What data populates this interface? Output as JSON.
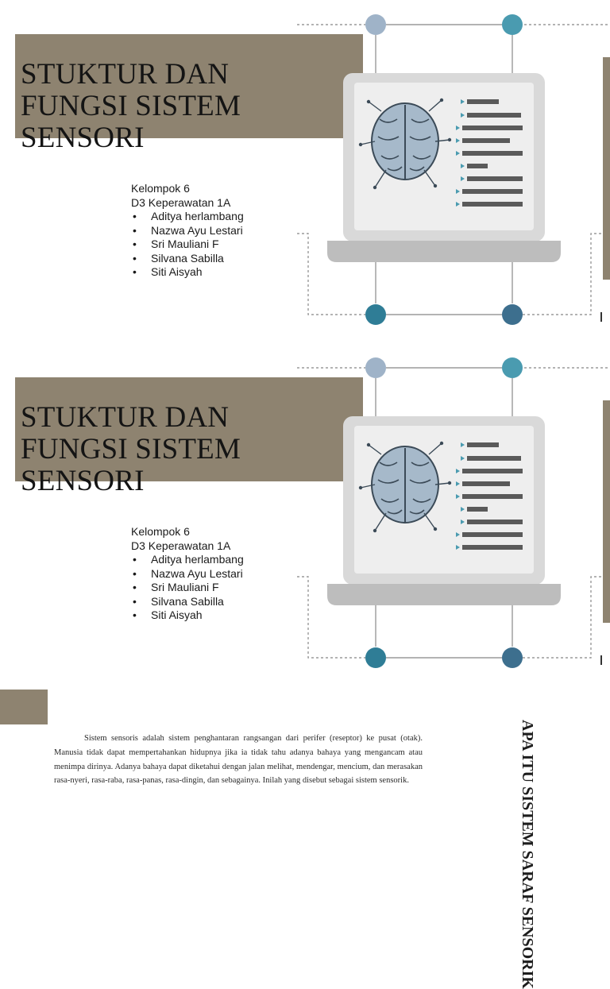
{
  "slides": [
    {
      "title": "STUKTUR DAN FUNGSI SISTEM SENSORI",
      "group": "Kelompok 6",
      "class_name": "D3 Keperawatan 1A",
      "members": [
        "Aditya herlambang",
        "Nazwa Ayu Lestari",
        "Sri Mauliani F",
        "Silvana Sabilla",
        "Siti Aisyah"
      ]
    },
    {
      "title": "STUKTUR DAN FUNGSI SISTEM SENSORI",
      "group": "Kelompok 6",
      "class_name": "D3 Keperawatan 1A",
      "members": [
        "Aditya herlambang",
        "Nazwa Ayu Lestari",
        "Sri Mauliani F",
        "Silvana Sabilla",
        "Siti Aisyah"
      ]
    }
  ],
  "slide3": {
    "paragraph": "Sistem sensoris adalah sistem penghantaran rangsangan dari perifer (reseptor) ke pusat (otak). Manusia tidak dapat mempertahankan hidupnya jika ia tidak tahu adanya bahaya yang mengancam atau menimpa dirinya. Adanya bahaya dapat diketahui dengan jalan melihat, mendengar, mencium, dan merasakan rasa-nyeri, rasa-raba, rasa-panas, rasa-dingin, dan sebagainya. Inilah yang disebut sebagai sistem sensorik.",
    "vertical_title": "APA ITU SISTEM SARAF SENSORIK"
  },
  "colors": {
    "accent": "#8e8370",
    "laptop": "#d9d9d9",
    "screen": "#eeeeee",
    "brain": "#a6b9ca",
    "node_light": "#9fb3c8",
    "node_teal": "#4a9bb0",
    "node_dark": "#2f7d96"
  },
  "icons": [
    "laptop-icon",
    "brain-icon"
  ]
}
